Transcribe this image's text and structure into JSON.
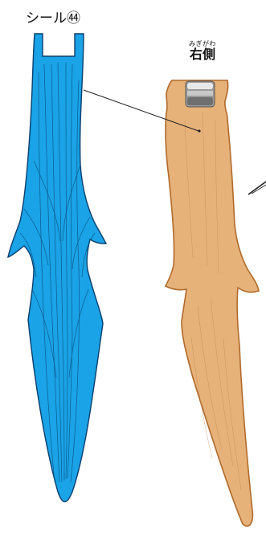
{
  "sticker_label": "シール㊹",
  "side_label": {
    "reading": "みぎがわ",
    "text": "右側"
  },
  "colors": {
    "sticker_blue": "#1aa3e6",
    "sticker_outline": "#0a3f6e",
    "wood": "#e6b27a",
    "wood_outline": "#b06a2b",
    "leader_line": "#222222"
  }
}
